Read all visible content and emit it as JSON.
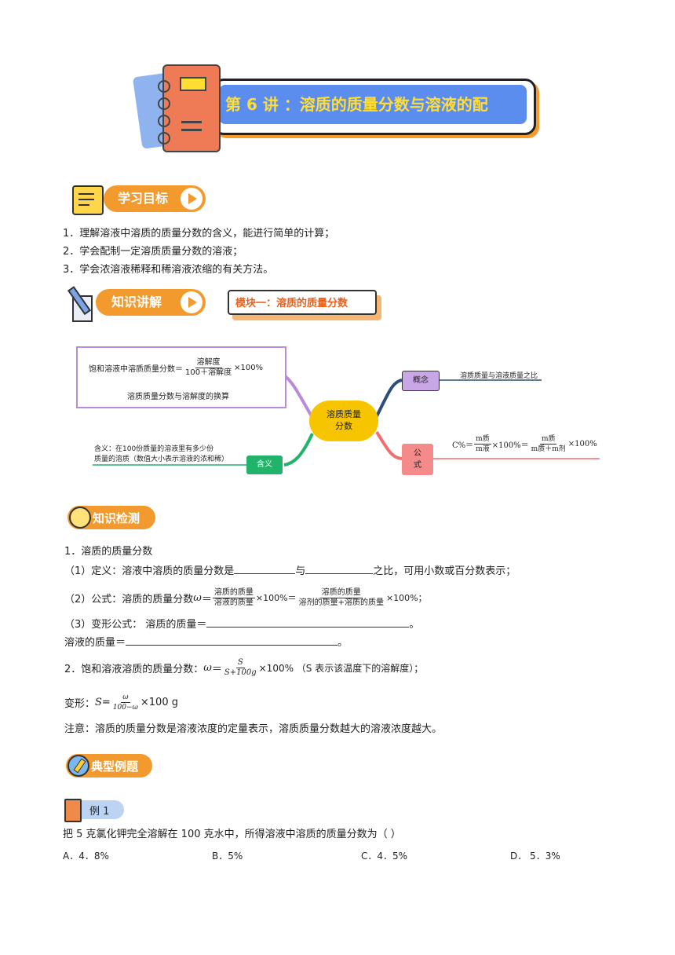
{
  "header": {
    "title": "第 6 讲 ：溶质的质量分数与溶液的配"
  },
  "sections": {
    "goals": "学习目标",
    "explain": "知识讲解",
    "module": "模块一：溶质的质量分数",
    "check": "知识检测",
    "examples": "典型例题"
  },
  "goals_list": [
    "1．理解溶液中溶质的质量分数的含义，能进行简单的计算；",
    "2．学会配制一定溶质质量分数的溶液；",
    "3．学会浓溶液稀释和稀溶液浓缩的有关方法。"
  ],
  "mindmap": {
    "center": [
      "溶质质量",
      "分数"
    ],
    "conversion": {
      "prefix": "饱和溶液中溶质质量分数＝",
      "num": "溶解度",
      "den": "100＋溶解度",
      "suffix": "×100%",
      "caption": "溶质质量分数与溶解度的换算"
    },
    "concept": {
      "label": "概念",
      "text": "溶质质量与溶液质量之比"
    },
    "formula": {
      "label": [
        "公",
        "式"
      ],
      "lhs": "C%＝",
      "f1_num": "m质",
      "f1_den": "m液",
      "mid": "×100%＝",
      "f2_num": "m质",
      "f2_den": "m质＋m剂",
      "suffix": "×100%"
    },
    "meaning": {
      "label": "含义",
      "line1": "含义：在100份质量的溶液里有多少份",
      "line2": "质量的溶质（数值大小表示溶液的浓和稀）"
    }
  },
  "check": {
    "h1": "1．溶质的质量分数",
    "def_a": "（1）定义：溶液中溶质的质量分数是",
    "def_b": "与",
    "def_c": "之比，可用小数或百分数表示；",
    "formula_a": "（2）公式：溶质的质量分数",
    "omega": "ω",
    "eq": "＝",
    "f1_num": "溶质的质量",
    "f1_den": "溶液的质量",
    "mid": "×100%＝",
    "f2_num": "溶质的质量",
    "f2_den": "溶剂的质量+溶质的质量",
    "tail": "×100%；",
    "deform_a": "（3）变形公式：  溶质的质量＝",
    "period": "。",
    "deform_b": "溶液的质量＝",
    "h2_a": "2．饱和溶液溶质的质量分数：",
    "h2_omega": "ω",
    "h2_eq": "＝",
    "h2_num": "S",
    "h2_den": "S+100g",
    "h2_tail": "×100%    （S 表示该温度下的溶解度）；",
    "var_a": "变形：",
    "var_s": "S",
    "var_eq": "=",
    "var_num": "ω",
    "var_den": "100−ω",
    "var_tail": "×100 g",
    "note": "注意：溶质的质量分数是溶液浓度的定量表示，溶质质量分数越大的溶液浓度越大。"
  },
  "example": {
    "tag": "例 1",
    "question": "把 5 克氯化钾完全溶解在 100 克水中，所得溶液中溶质的质量分数为（      ）",
    "options": [
      "A．4．8%",
      "B．5%",
      "C．4．5%",
      "D．  5．3%"
    ]
  },
  "colors": {
    "orange": "#f29a2e",
    "blue": "#5b8def",
    "purple": "#b98ad8",
    "green": "#22b36b",
    "red": "#f26d6d",
    "yellow": "#f7c500"
  }
}
